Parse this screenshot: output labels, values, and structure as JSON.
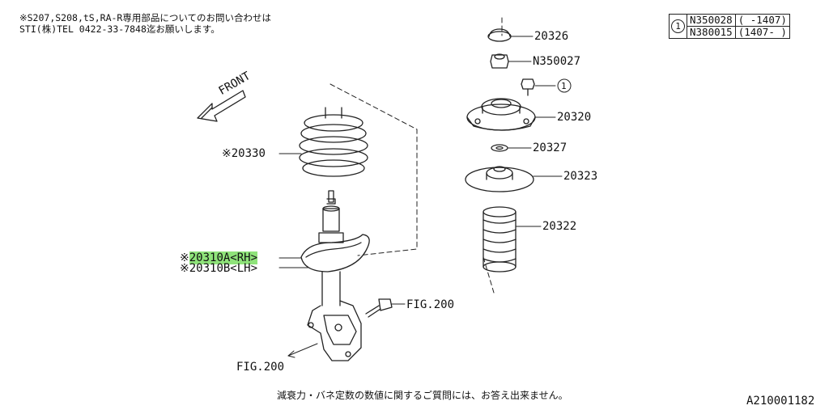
{
  "header_note": {
    "line1": "※S207,S208,tS,RA-R専用部品についてのお問い合わせは",
    "line2": "STI(株)TEL 0422-33-7848迄お願いします。"
  },
  "code_table": {
    "marker": "1",
    "rows": [
      {
        "part": "N350028",
        "range": "( -1407)"
      },
      {
        "part": "N380015",
        "range": "(1407- )"
      }
    ]
  },
  "direction_label": "FRONT",
  "callouts": {
    "cap": "20326",
    "nut_top": "N350027",
    "nut_ref_marker": "1",
    "mount": "20320",
    "washer": "20327",
    "seat": "20323",
    "boot": "20322",
    "coil_spring": "※20330",
    "strut_rh_prefix": "※",
    "strut_rh": "20310A<RH>",
    "strut_lh": "※20310B<LH>",
    "fig_bolt": "FIG.200",
    "fig_bottom": "FIG.200"
  },
  "footer_note": "減衰力・バネ定数の数値に関するご質問には、お答え出来ません。",
  "diagram_id": "A210001182"
}
